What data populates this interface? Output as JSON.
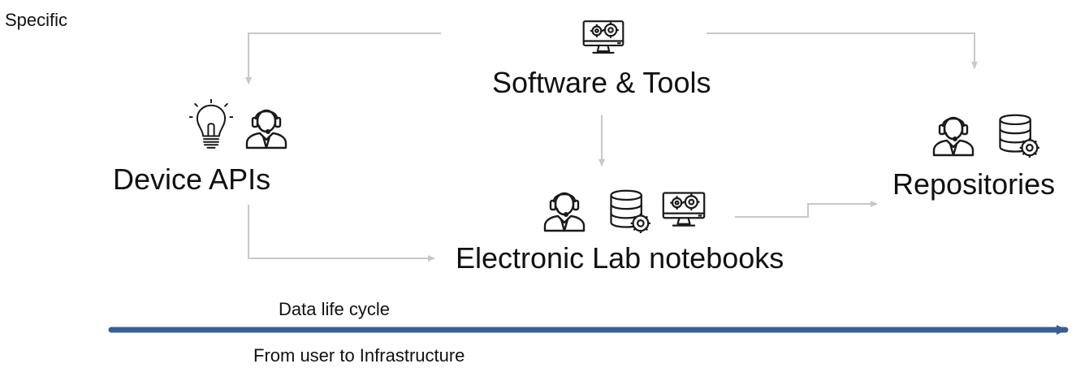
{
  "corner_label": "Specific",
  "nodes": {
    "software": {
      "label": "Software & Tools",
      "icons": [
        "monitor-gears-icon"
      ]
    },
    "device": {
      "label": "Device APIs",
      "icons": [
        "lightbulb-icon",
        "support-agent-icon"
      ]
    },
    "eln": {
      "label": "Electronic Lab notebooks",
      "icons": [
        "support-agent-icon",
        "database-gear-icon",
        "monitor-gears-icon"
      ]
    },
    "repo": {
      "label": "Repositories",
      "icons": [
        "support-agent-icon",
        "database-gear-icon"
      ]
    }
  },
  "timeline": {
    "label_above": "Data life cycle",
    "label_below": "From user to Infrastructure"
  },
  "colors": {
    "connector": "#c8c8c8",
    "timeline": "#3a5f8f",
    "icon_stroke": "#1a1a1a"
  }
}
